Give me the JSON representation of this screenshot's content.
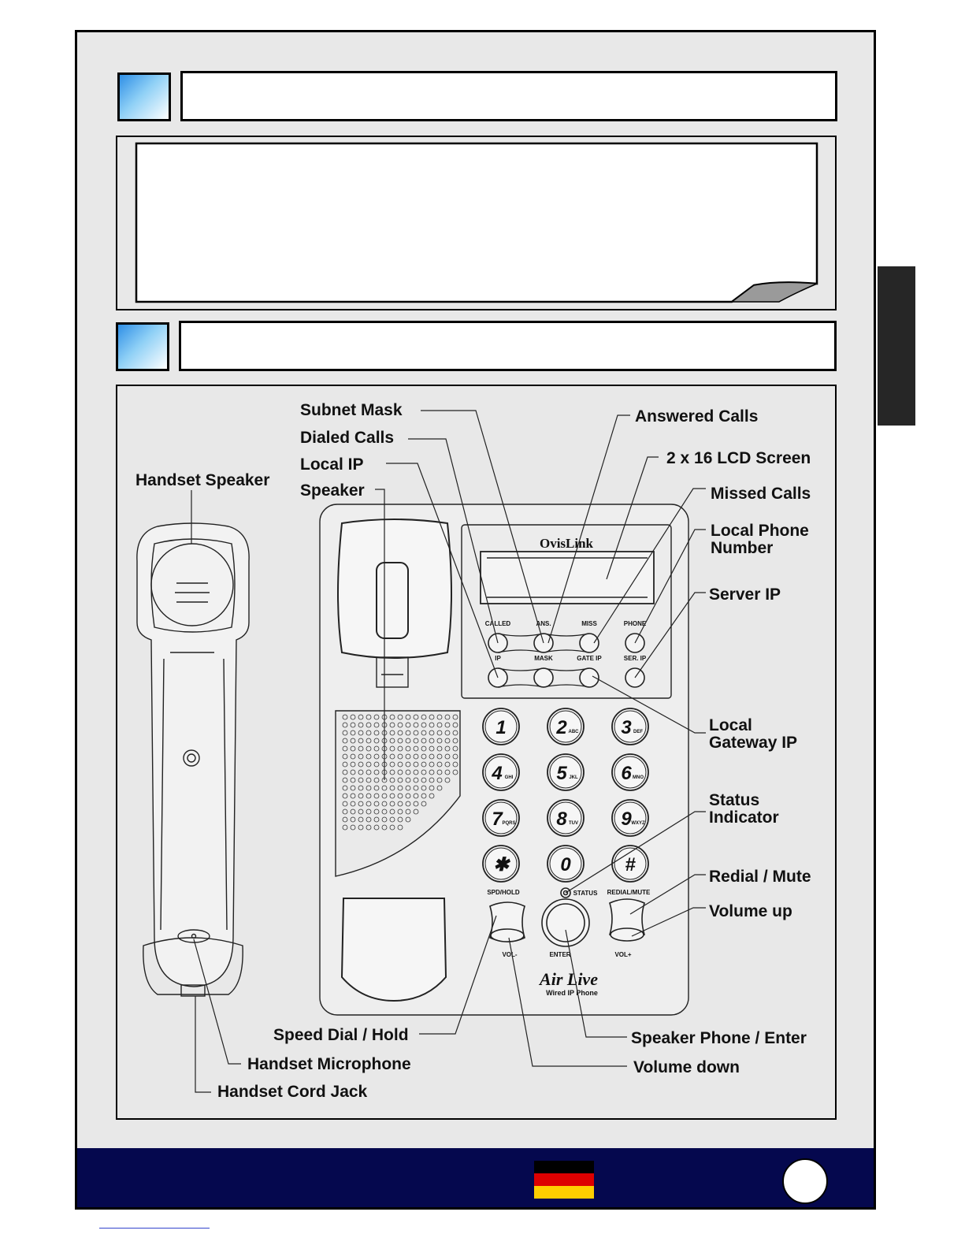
{
  "labels": {
    "handset_speaker": "Handset Speaker",
    "subnet_mask": "Subnet Mask",
    "dialed_calls": "Dialed Calls",
    "local_ip": "Local IP",
    "speaker": "Speaker",
    "answered_calls": "Answered Calls",
    "lcd_screen": "2 x 16 LCD Screen",
    "missed_calls": "Missed Calls",
    "local_phone_number_1": "Local Phone",
    "local_phone_number_2": "Number",
    "server_ip": "Server IP",
    "local_gateway_ip_1": "Local",
    "local_gateway_ip_2": "Gateway IP",
    "status_indicator_1": "Status",
    "status_indicator_2": "Indicator",
    "redial_mute": "Redial / Mute",
    "volume_up": "Volume up",
    "speed_dial_hold": "Speed Dial / Hold",
    "handset_microphone": "Handset Microphone",
    "handset_cord_jack": "Handset Cord Jack",
    "speaker_phone_enter": "Speaker Phone / Enter",
    "volume_down": "Volume down"
  },
  "phone": {
    "brand": "OvisLink",
    "logo": "Air Live",
    "logo_sub": "Wired IP Phone",
    "keys_row1": [
      "CALLED",
      "ANS.",
      "MISS",
      "PHONE"
    ],
    "keys_row2": [
      "IP",
      "MASK",
      "GATE IP",
      "SER. IP"
    ],
    "spd_hold": "SPD/HOLD",
    "status": "STATUS",
    "redial_mute": "REDIAL/MUTE",
    "vol_minus": "VOL-",
    "enter": "ENTER",
    "vol_plus": "VOL+",
    "keypad": [
      {
        "d": "1",
        "s": ""
      },
      {
        "d": "2",
        "s": "ABC"
      },
      {
        "d": "3",
        "s": "DEF"
      },
      {
        "d": "4",
        "s": "GHI"
      },
      {
        "d": "5",
        "s": "JKL"
      },
      {
        "d": "6",
        "s": "MNO"
      },
      {
        "d": "7",
        "s": "PQRS"
      },
      {
        "d": "8",
        "s": "TUV"
      },
      {
        "d": "9",
        "s": "WXYZ"
      },
      {
        "d": "✱",
        "s": ""
      },
      {
        "d": "0",
        "s": ""
      },
      {
        "d": "#",
        "s": ""
      }
    ]
  },
  "colors": {
    "footer": "#05084e",
    "flag": [
      "#000000",
      "#dd0000",
      "#ffce00"
    ]
  }
}
